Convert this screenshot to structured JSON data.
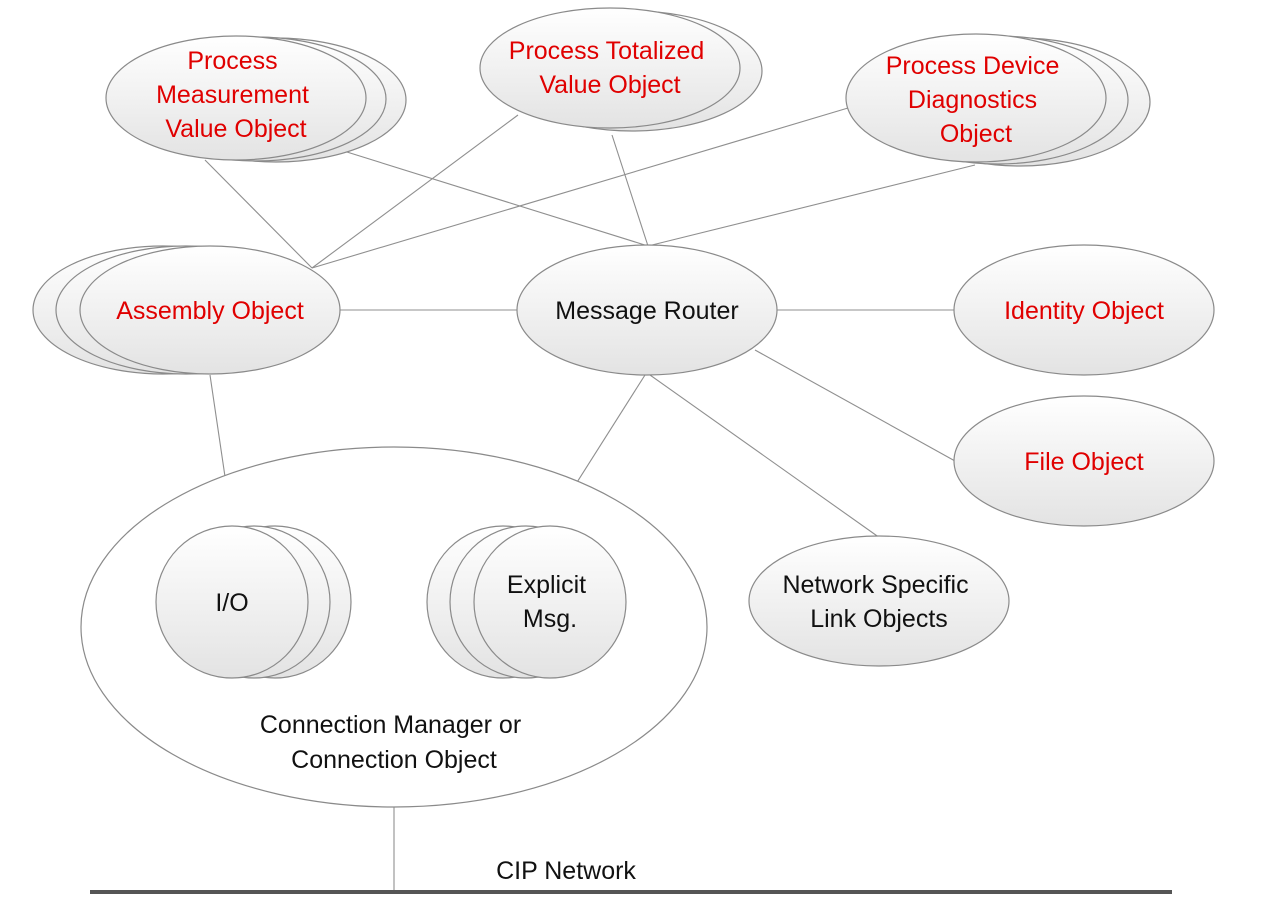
{
  "colors": {
    "cip_object_text": "#e00000",
    "generic_object_text": "#111111",
    "node_fill_light": "#ffffff",
    "node_fill_dark": "#e3e3e3",
    "outline": "#8a8a8a",
    "network_line": "#555555"
  },
  "nodes": {
    "process_measurement": {
      "lines": [
        "Process",
        "Measurement",
        "Value Object"
      ]
    },
    "process_totalized": {
      "lines": [
        "Process Totalized",
        "Value Object"
      ]
    },
    "process_diagnostics": {
      "lines": [
        "Process Device",
        "Diagnostics",
        "Object"
      ]
    },
    "assembly": {
      "lines": [
        "Assembly Object"
      ]
    },
    "message_router": {
      "lines": [
        "Message Router"
      ]
    },
    "identity": {
      "lines": [
        "Identity Object"
      ]
    },
    "file": {
      "lines": [
        "File Object"
      ]
    },
    "network_link": {
      "lines": [
        "Network Specific",
        "Link Objects"
      ]
    },
    "io": {
      "lines": [
        "I/O"
      ]
    },
    "explicit_msg": {
      "lines": [
        "Explicit",
        "Msg."
      ]
    },
    "connection_manager": {
      "lines": [
        "Connection Manager or",
        "Connection Object"
      ]
    }
  },
  "network": {
    "label": "CIP Network"
  }
}
